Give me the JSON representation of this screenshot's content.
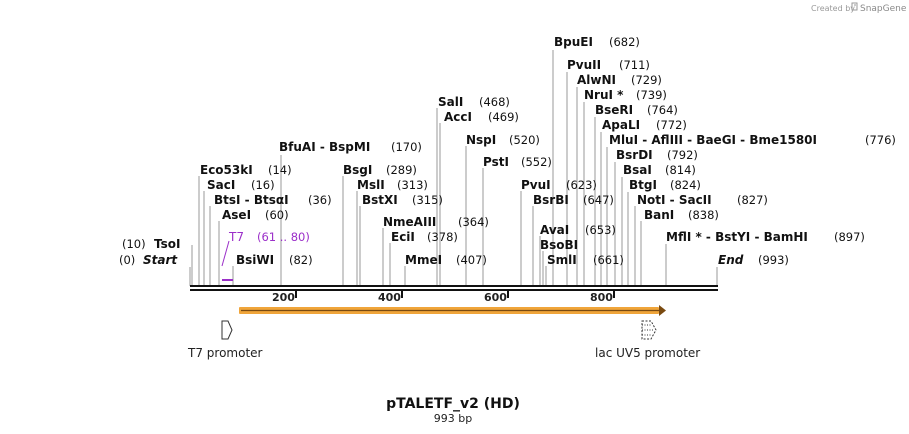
{
  "credit": {
    "prefix": "Created by",
    "brand": "SnapGene"
  },
  "plasmid": {
    "name": "pTALETF_v2 (HD)",
    "length_label": "993 bp"
  },
  "ruler": {
    "ticks": [
      {
        "label": "200"
      },
      {
        "label": "400"
      },
      {
        "label": "600"
      },
      {
        "label": "800"
      }
    ]
  },
  "sites": [
    {
      "id": "start",
      "name": "Start",
      "pos": "(0)",
      "italic": true
    },
    {
      "id": "tsoi",
      "name": "TsoI",
      "pos": "(10)"
    },
    {
      "id": "bsiwi",
      "name": "BsiWI",
      "pos": "(82)"
    },
    {
      "id": "asei",
      "name": "AseI",
      "pos": "(60)"
    },
    {
      "id": "btsi",
      "name": "BtsI - BtsαI",
      "pos": "(36)"
    },
    {
      "id": "saci",
      "name": "SacI",
      "pos": "(16)"
    },
    {
      "id": "eco53ki",
      "name": "Eco53kI",
      "pos": "(14)"
    },
    {
      "id": "bfuai",
      "name": "BfuAI - BspMI",
      "pos": "(170)"
    },
    {
      "id": "bsgi",
      "name": "BsgI",
      "pos": "(289)"
    },
    {
      "id": "msli",
      "name": "MslI",
      "pos": "(313)"
    },
    {
      "id": "bstxi",
      "name": "BstXI",
      "pos": "(315)"
    },
    {
      "id": "nmeaiii",
      "name": "NmeAIII",
      "pos": "(364)"
    },
    {
      "id": "ecii",
      "name": "EciI",
      "pos": "(378)"
    },
    {
      "id": "mmei",
      "name": "MmeI",
      "pos": "(407)"
    },
    {
      "id": "sali",
      "name": "SalI",
      "pos": "(468)"
    },
    {
      "id": "acci",
      "name": "AccI",
      "pos": "(469)"
    },
    {
      "id": "nspi",
      "name": "NspI",
      "pos": "(520)"
    },
    {
      "id": "psti",
      "name": "PstI",
      "pos": "(552)"
    },
    {
      "id": "bpuei",
      "name": "BpuEI",
      "pos": "(682)"
    },
    {
      "id": "pvuii",
      "name": "PvuII",
      "pos": "(711)"
    },
    {
      "id": "alwni",
      "name": "AlwNI",
      "pos": "(729)"
    },
    {
      "id": "nrui",
      "name": "NruI *",
      "pos": "(739)"
    },
    {
      "id": "bseri",
      "name": "BseRI",
      "pos": "(764)"
    },
    {
      "id": "apali",
      "name": "ApaLI",
      "pos": "(772)"
    },
    {
      "id": "mlui",
      "name": "MluI - AflIII - BaeGI - Bme1580I",
      "pos": "(776)"
    },
    {
      "id": "bsrdi",
      "name": "BsrDI",
      "pos": "(792)"
    },
    {
      "id": "bsai",
      "name": "BsaI",
      "pos": "(814)"
    },
    {
      "id": "btgi",
      "name": "BtgI",
      "pos": "(824)"
    },
    {
      "id": "noti",
      "name": "NotI - SacII",
      "pos": "(827)"
    },
    {
      "id": "bani",
      "name": "BanI",
      "pos": "(838)"
    },
    {
      "id": "mfli",
      "name": "MflI * - BstYI - BamHI",
      "pos": "(897)"
    },
    {
      "id": "pvui",
      "name": "PvuI",
      "pos": "(623)"
    },
    {
      "id": "bsrbi",
      "name": "BsrBI",
      "pos": "(647)"
    },
    {
      "id": "avai",
      "name": "AvaI",
      "pos": "(653)"
    },
    {
      "id": "bsobi",
      "name": "BsoBI",
      "pos": ""
    },
    {
      "id": "smli",
      "name": "SmlI",
      "pos": "(661)"
    },
    {
      "id": "end",
      "name": "End",
      "pos": "(993)",
      "italic": true
    }
  ],
  "primer": {
    "name": "T7",
    "range": "(61 .. 80)",
    "color": "#9b2fc9"
  },
  "features": [
    {
      "id": "t7-promoter",
      "label": "T7 promoter"
    },
    {
      "id": "lacuv5-promoter",
      "label": "lac UV5 promoter"
    }
  ],
  "orf_color": "#f0a53a"
}
